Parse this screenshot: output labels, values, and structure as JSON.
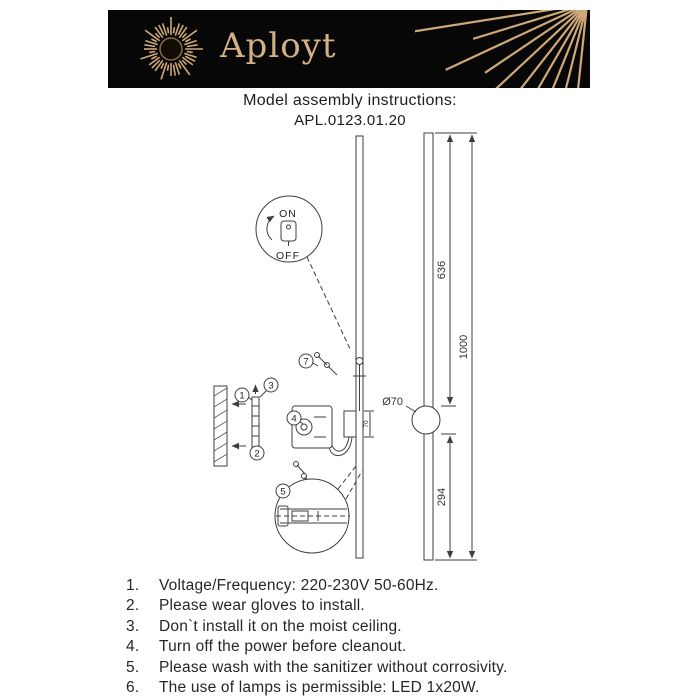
{
  "header": {
    "brand": "Aployt"
  },
  "title": {
    "heading": "Model assembly instructions:",
    "model": "APL.0123.01.20"
  },
  "diagram": {
    "switch_on": "ON",
    "switch_off": "OFF",
    "dim_length_upper": "636",
    "dim_length_total": "1000",
    "dim_length_lower": "294",
    "dim_diameter": "Ø70",
    "dim_plate": "70",
    "callout_1": "1",
    "callout_2": "2",
    "callout_3": "3",
    "callout_4": "4",
    "callout_5": "5",
    "callout_7": "7"
  },
  "instructions": [
    {
      "num": "1.",
      "text": "Voltage/Frequency: 220-230V 50-60Hz."
    },
    {
      "num": "2.",
      "text": "Please wear gloves to install."
    },
    {
      "num": "3.",
      "text": "Don`t install it on the moist ceiling."
    },
    {
      "num": "4.",
      "text": "Turn off the power before cleanout."
    },
    {
      "num": "5.",
      "text": "Please wash with the sanitizer without corrosivity."
    },
    {
      "num": "6.",
      "text": "The use of lamps is permissible: LED 1x20W."
    }
  ],
  "colors": {
    "banner_background": "#070707",
    "brand_gold": "#cfa878",
    "line_gray": "#3f3f3f"
  }
}
